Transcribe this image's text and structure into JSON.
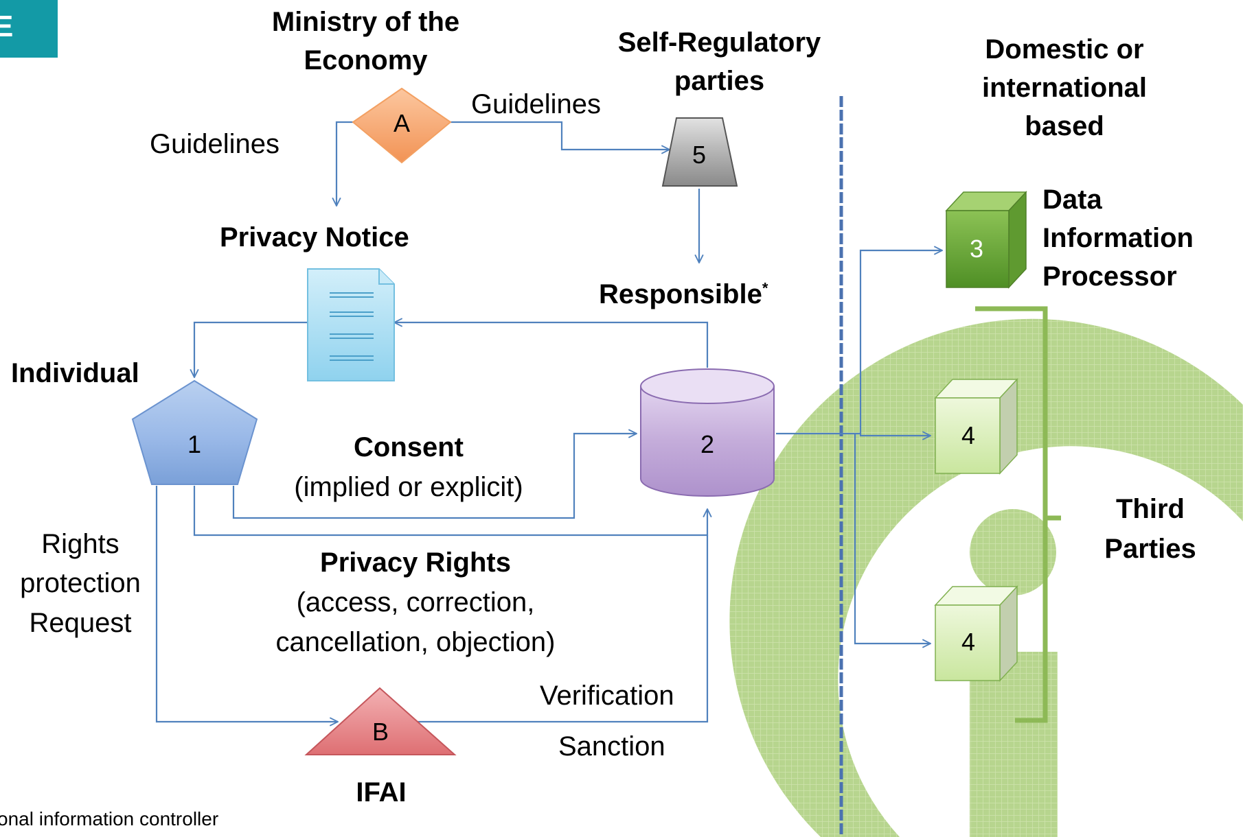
{
  "logo": {
    "label": "E"
  },
  "actors": {
    "ministry": "Ministry of the Economy",
    "ministry_line1": "Ministry of the",
    "ministry_line2": "Economy",
    "self_reg_line1": "Self-Regulatory",
    "self_reg_line2": "parties",
    "domestic_line1": "Domestic or",
    "domestic_line2": "international",
    "domestic_line3": "based",
    "privacy_notice": "Privacy Notice",
    "responsible": "Responsible",
    "responsible_mark": "*",
    "individual": "Individual",
    "dip_line1": "Data",
    "dip_line2": "Information",
    "dip_line3": "Processor",
    "third_line1": "Third",
    "third_line2": "Parties",
    "ifai": "IFAI"
  },
  "flows": {
    "guidelines_left": "Guidelines",
    "guidelines_right": "Guidelines",
    "consent": "Consent",
    "consent_sub": "(implied or explicit)",
    "rights_req_line1": "Rights",
    "rights_req_line2": "protection",
    "rights_req_line3": "Request",
    "privacy_rights": "Privacy Rights",
    "privacy_rights_sub1": "(access, correction,",
    "privacy_rights_sub2": "cancellation, objection)",
    "verification": "Verification",
    "sanction": "Sanction"
  },
  "nodes": {
    "A": "A",
    "B": "B",
    "n1": "1",
    "n2": "2",
    "n3": "3",
    "n4a": "4",
    "n4b": "4",
    "n5": "5"
  },
  "footnote": "onal information controller",
  "colors": {
    "arrow": "#4f81bd",
    "diamond": "#f8a468",
    "pentagon": "#8fb3e6",
    "cylinder": "#bfa6d6",
    "triangle": "#e8878a",
    "document": "#a8def2",
    "trapezoid": "#9a9a9a",
    "cube_dark": "#6aa83a",
    "cube_light": "#d4ecb0",
    "bracket": "#8db956",
    "divider": "#4b72b0",
    "watermark": "#b3d38a",
    "logo": "#139aa6"
  }
}
